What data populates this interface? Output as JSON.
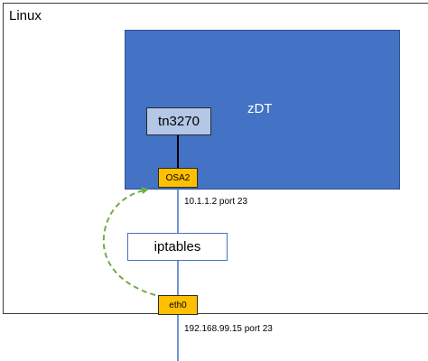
{
  "linux": {
    "label": "Linux"
  },
  "zdt": {
    "label": "zDT",
    "color": "#4472c4"
  },
  "tn3270": {
    "label": "tn3270",
    "color": "#b4c7e7"
  },
  "osa2": {
    "label": "OSA2",
    "address": "10.1.1.2 port 23",
    "color": "#ffc000"
  },
  "iptables": {
    "label": "iptables"
  },
  "eth0": {
    "label": "eth0",
    "address": "192.168.99.15 port 23",
    "color": "#ffc000"
  },
  "forward_arrow": {
    "style": "dashed",
    "color": "#70ad47"
  }
}
